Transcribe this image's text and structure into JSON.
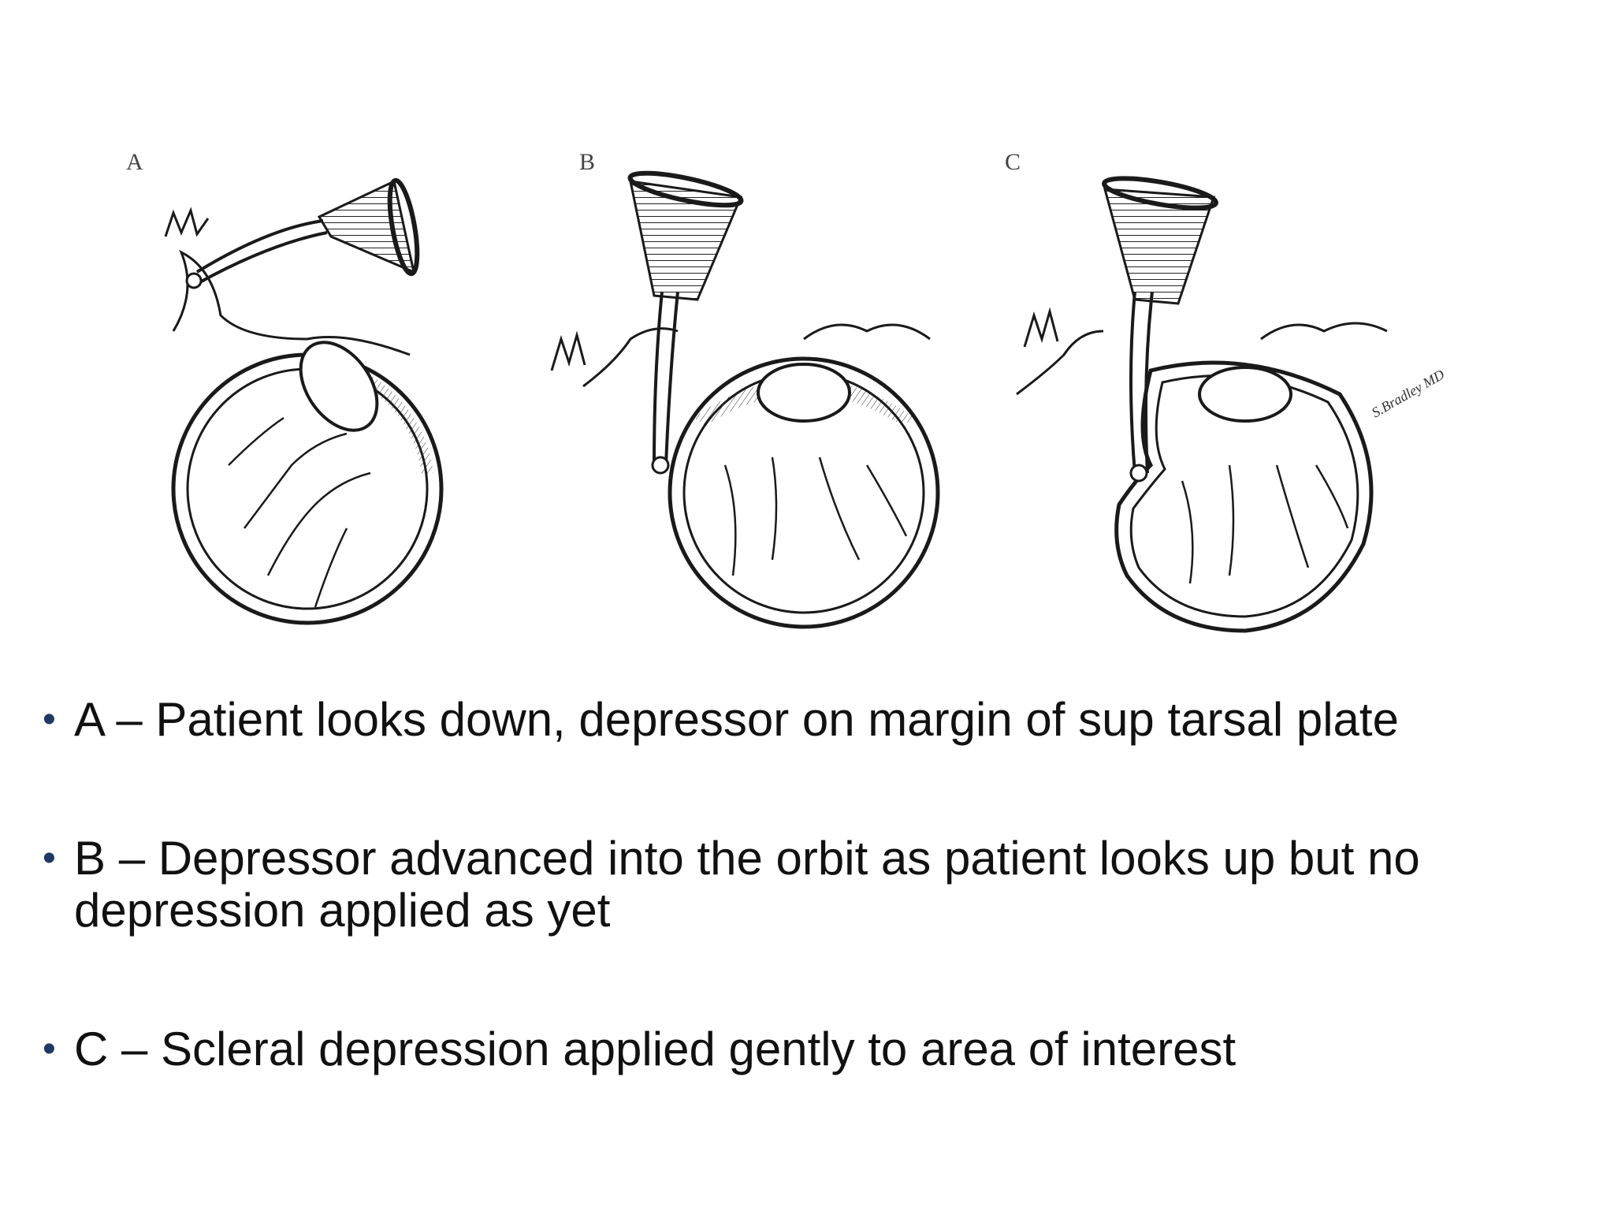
{
  "figure": {
    "panel_labels": [
      "A",
      "B",
      "C"
    ],
    "signature_text": "S.Bradley MD"
  },
  "bullets": [
    {
      "text": "A – Patient looks down, depressor  on margin of sup tarsal plate"
    },
    {
      "text": "B – Depressor advanced into the orbit as patient looks up but  no depression applied as yet"
    },
    {
      "text": "C – Scleral depression applied gently to area of interest"
    }
  ],
  "colors": {
    "bullet_dot": "#1f3864",
    "text": "#111111",
    "line_art": "#1a1a1a"
  }
}
